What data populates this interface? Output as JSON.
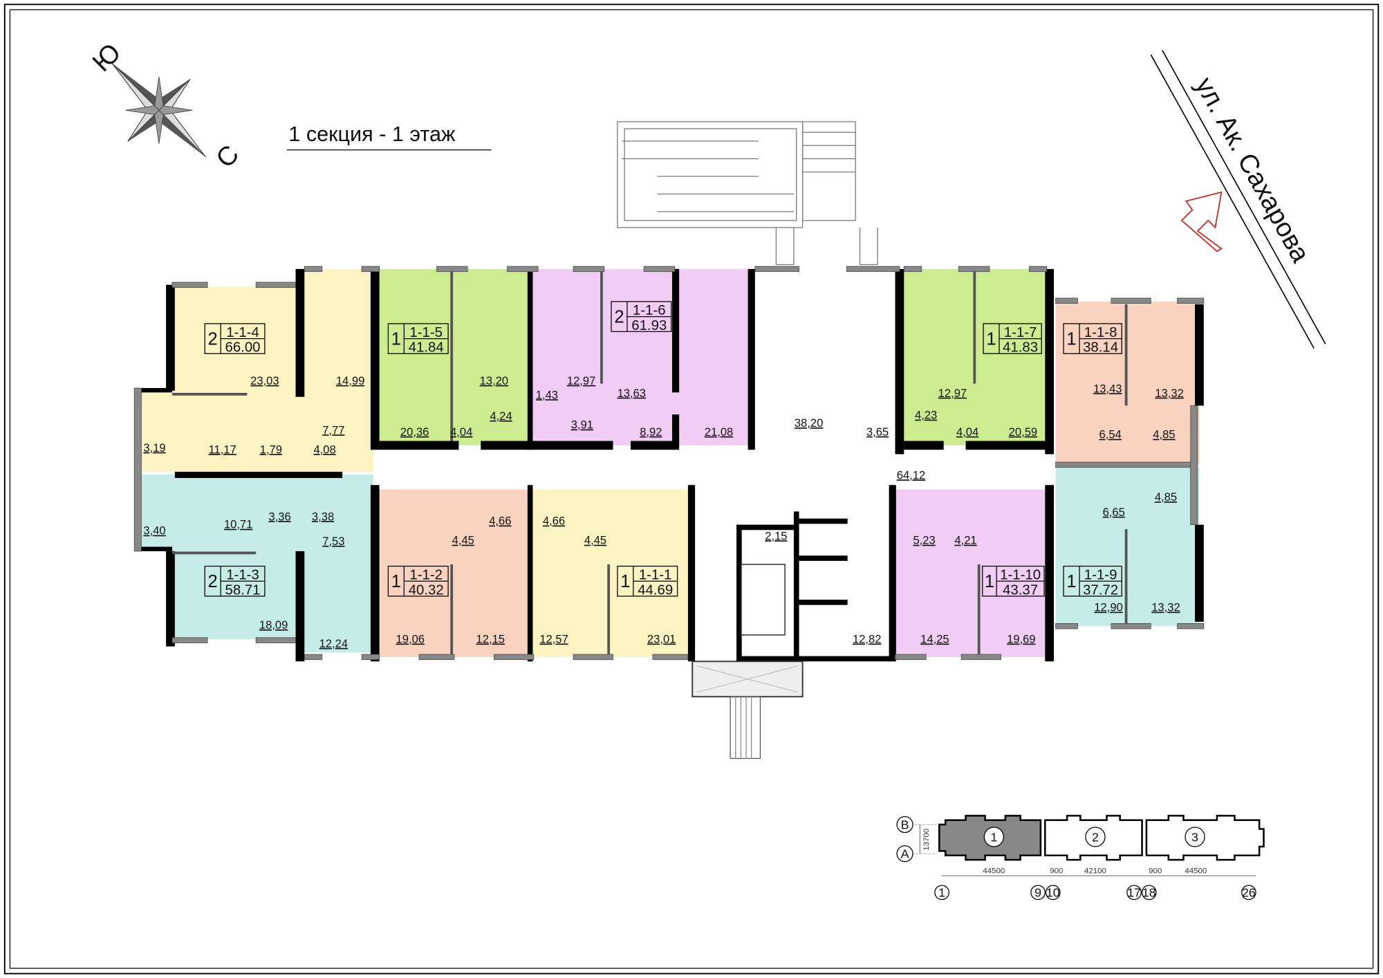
{
  "title": "1 секция - 1 этаж",
  "street": "ул. Ак. Сахарова",
  "compass": {
    "north_letter": "С",
    "south_letter": "Ю"
  },
  "colors": {
    "yellow": "#fbf3c2",
    "green": "#cdec8f",
    "pink": "#f1ccf4",
    "peach": "#f9d3bf",
    "teal": "#c6ecea",
    "arrow": "#c0392b"
  },
  "apartments": {
    "a4": {
      "rooms": "2",
      "number": "1-1-4",
      "area": "66.00",
      "room_areas": [
        "23,03",
        "14,99",
        "7,77",
        "11,17",
        "1,79",
        "4,08",
        "3,19"
      ]
    },
    "a3": {
      "rooms": "2",
      "number": "1-1-3",
      "area": "58.71",
      "room_areas": [
        "10,71",
        "3,36",
        "3,38",
        "7,53",
        "3,40",
        "18,09",
        "12,24"
      ]
    },
    "a5": {
      "rooms": "1",
      "number": "1-1-5",
      "area": "41.84",
      "room_areas": [
        "13,20",
        "20,36",
        "4,04",
        "4,24"
      ]
    },
    "a6": {
      "rooms": "2",
      "number": "1-1-6",
      "area": "61.93",
      "room_areas": [
        "12,97",
        "13,63",
        "1,43",
        "3,91",
        "8,92",
        "21,08"
      ]
    },
    "a7": {
      "rooms": "1",
      "number": "1-1-7",
      "area": "41.83",
      "room_areas": [
        "12,97",
        "4,23",
        "4,04",
        "20,59"
      ]
    },
    "a8": {
      "rooms": "1",
      "number": "1-1-8",
      "area": "38.14",
      "room_areas": [
        "13,43",
        "13,32",
        "6,54",
        "4,85"
      ]
    },
    "a9": {
      "rooms": "1",
      "number": "1-1-9",
      "area": "37.72",
      "room_areas": [
        "6,65",
        "4,85",
        "12,90",
        "13,32"
      ]
    },
    "a2": {
      "rooms": "1",
      "number": "1-1-2",
      "area": "40.32",
      "room_areas": [
        "4,45",
        "4,66",
        "19,06",
        "12,15"
      ]
    },
    "a1": {
      "rooms": "1",
      "number": "1-1-1",
      "area": "44.69",
      "room_areas": [
        "4,66",
        "4,45",
        "12,57",
        "23,01"
      ]
    },
    "a10": {
      "rooms": "1",
      "number": "1-1-10",
      "area": "43.37",
      "room_areas": [
        "5,23",
        "4,21",
        "14,25",
        "19,69"
      ]
    }
  },
  "common_areas": {
    "vestibule": "38,20",
    "wc": "3,65",
    "corridor": "64,12",
    "stair_lobby": "2,15",
    "shafts": "12,82"
  },
  "key_plan": {
    "rows": [
      "B",
      "A"
    ],
    "depth": "13700",
    "sections": [
      "1",
      "2",
      "3"
    ],
    "highlighted_section": "1",
    "dims": [
      "44500",
      "900",
      "42100",
      "900",
      "44500"
    ],
    "axes": [
      "1",
      "9",
      "10",
      "17",
      "18",
      "26"
    ]
  }
}
